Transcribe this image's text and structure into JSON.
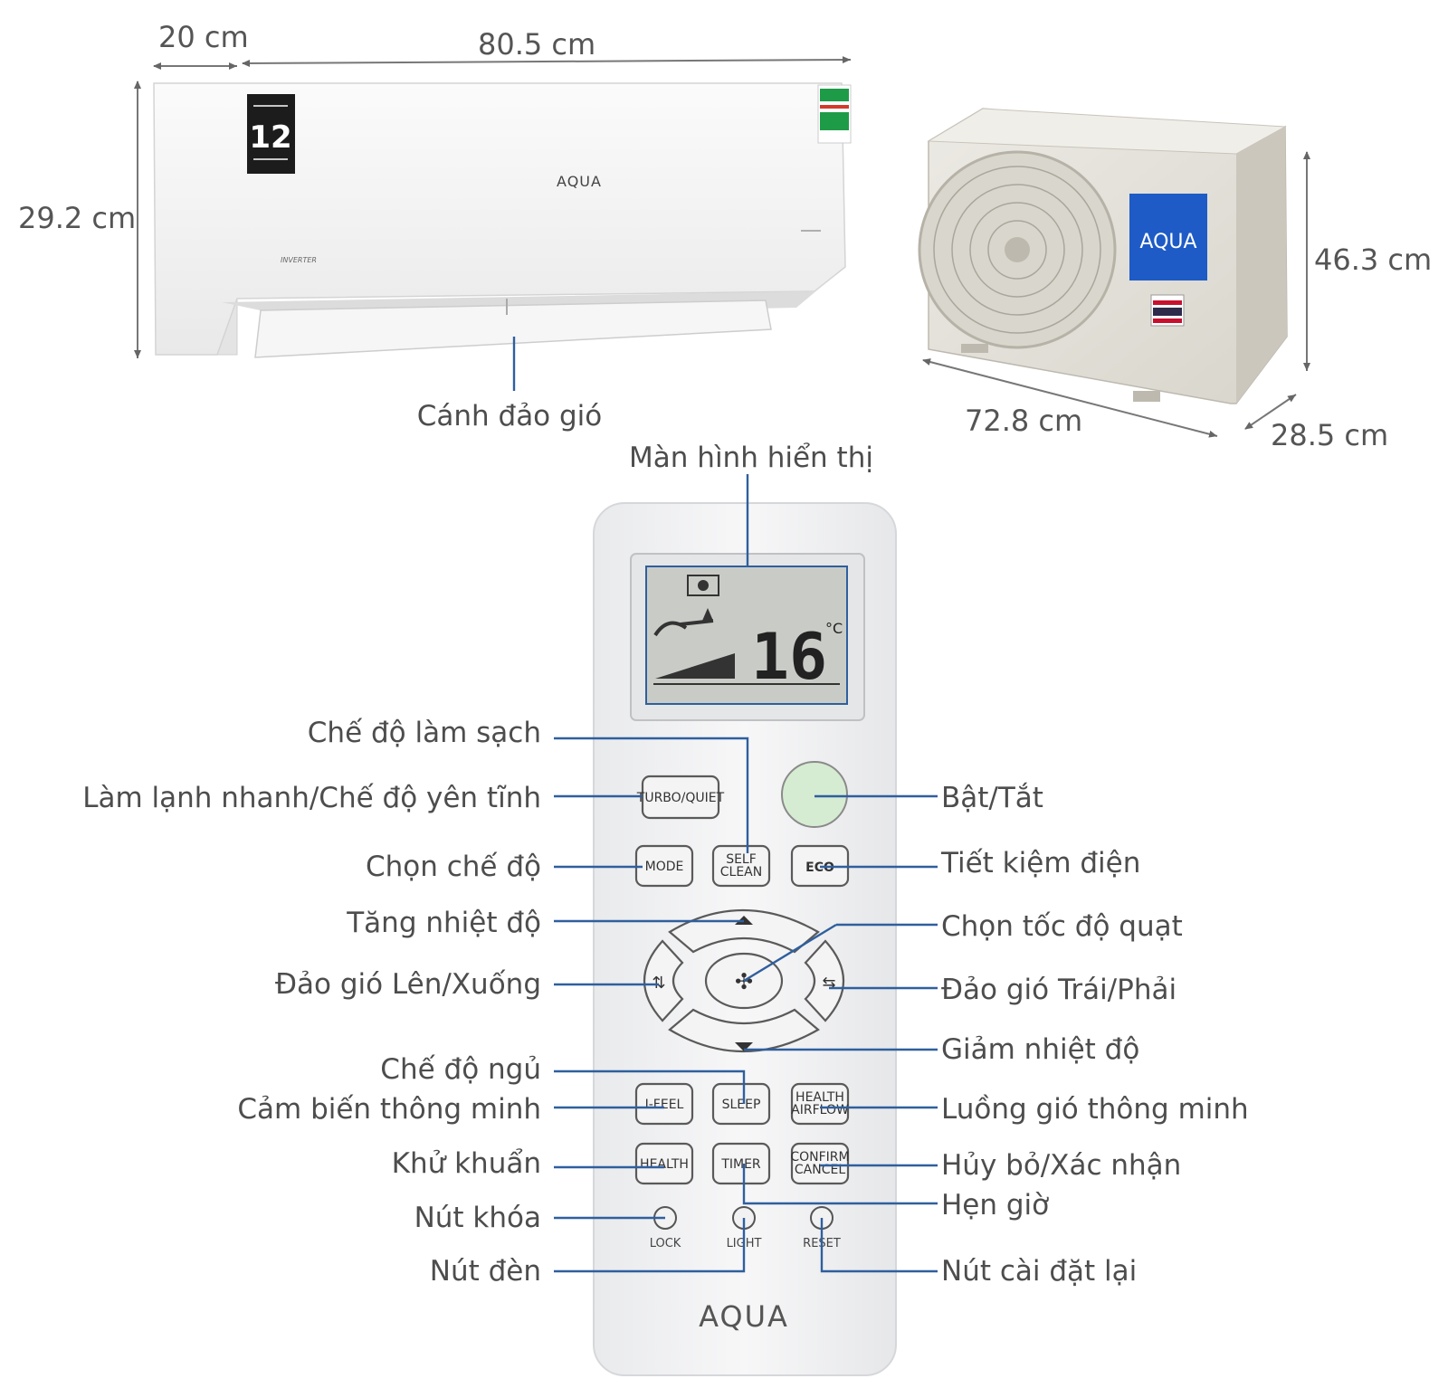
{
  "dimensions": {
    "indoor_depth": "20 cm",
    "indoor_width": "80.5 cm",
    "indoor_height": "29.2 cm",
    "outdoor_height": "46.3 cm",
    "outdoor_width": "72.8 cm",
    "outdoor_depth": "28.5 cm"
  },
  "indoor_unit": {
    "brand": "AQUA",
    "badge_number": "12",
    "model_mark": "INVERTER",
    "louver_label": "Cánh đảo gió"
  },
  "outdoor_unit": {
    "brand": "AQUA"
  },
  "remote": {
    "brand": "AQUA",
    "display_temp": "16",
    "display_unit": "°C",
    "buttons": {
      "turbo": "TURBO/QUIET",
      "mode": "MODE",
      "self_clean_1": "SELF",
      "self_clean_2": "CLEAN",
      "eco": "ECO",
      "ifeel": "I-FEEL",
      "sleep": "SLEEP",
      "health_airflow_1": "HEALTH",
      "health_airflow_2": "AIRFLOW",
      "health": "HEALTH",
      "timer": "TIMER",
      "confirm_1": "CONFIRM",
      "confirm_2": "CANCEL",
      "lock": "LOCK",
      "light": "LIGHT",
      "reset": "RESET"
    }
  },
  "callouts": {
    "display": "Màn hình hiển thị",
    "self_clean": "Chế độ làm sạch",
    "turbo_quiet": "Làm lạnh nhanh/Chế độ yên tĩnh",
    "mode": "Chọn chế độ",
    "temp_up": "Tăng nhiệt độ",
    "swing_ud": "Đảo gió Lên/Xuống",
    "sleep": "Chế độ ngủ",
    "ifeel": "Cảm biến thông minh",
    "health": "Khử khuẩn",
    "lock": "Nút khóa",
    "light": "Nút đèn",
    "power": "Bật/Tắt",
    "eco": "Tiết kiệm điện",
    "fan_speed": "Chọn tốc độ quạt",
    "swing_lr": "Đảo gió Trái/Phải",
    "temp_down": "Giảm nhiệt độ",
    "airflow": "Luồng gió thông minh",
    "confirm": "Hủy bỏ/Xác nhận",
    "timer": "Hẹn giờ",
    "reset": "Nút cài đặt lại"
  },
  "colors": {
    "callout_line": "#2f5f9e",
    "power_button": "#d6ecd2",
    "lcd": "#c9ccc6",
    "outdoor_badge": "#1e5bc6",
    "energy_label": "#1e9b47"
  }
}
